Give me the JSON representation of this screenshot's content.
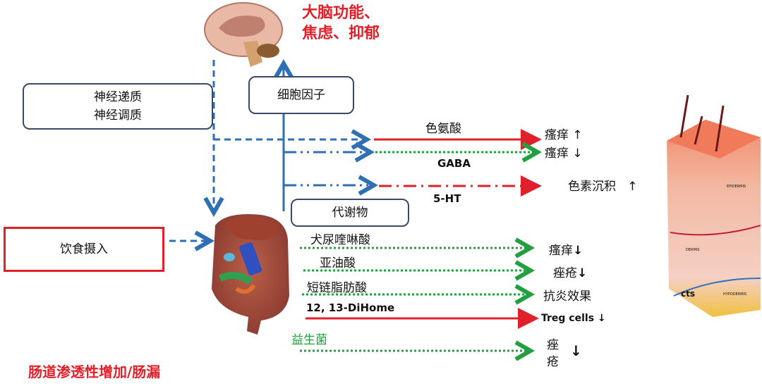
{
  "brain_effect": [
    "大脑功能、",
    "焦虑、抑郁"
  ],
  "neuro_box": [
    "神经递质",
    "神经调质"
  ],
  "cytokine_box": "细胞因子",
  "metabolite_box": "代谢物",
  "diet_box": "饮食摄入",
  "upper_pathways": [
    {
      "label": "色氨酸",
      "outcome": "瘙痒",
      "arrow": "↑"
    },
    {
      "label": "GABA",
      "outcome": "瘙痒",
      "arrow": "↓"
    },
    {
      "label": "5-HT",
      "outcome": "色素沉积",
      "arrow": "↑"
    }
  ],
  "lower_pathways": [
    {
      "label": "犬尿喹啉酸",
      "outcome": "瘙痒",
      "arrow": "↓"
    },
    {
      "label": "亚油酸",
      "outcome": "痤疮",
      "arrow": "↓"
    },
    {
      "label": "短链脂肪酸",
      "outcome": "抗炎效果",
      "arrow": ""
    },
    {
      "label": "12, 13-DiHome",
      "outcome": "Treg cells",
      "arrow": "↓"
    },
    {
      "label": "益生菌",
      "outcome": [
        "痤",
        "疮"
      ],
      "arrow": "↓"
    }
  ],
  "gut_leak": "肠道渗透性增加/肠漏",
  "skin_labels": [
    "EPIDERMIS",
    "DERMIS",
    "HYPODERMIS",
    "cts"
  ],
  "colors": {
    "blue": "#2e6fb5",
    "red": "#e0202a",
    "green": "#22a040"
  }
}
